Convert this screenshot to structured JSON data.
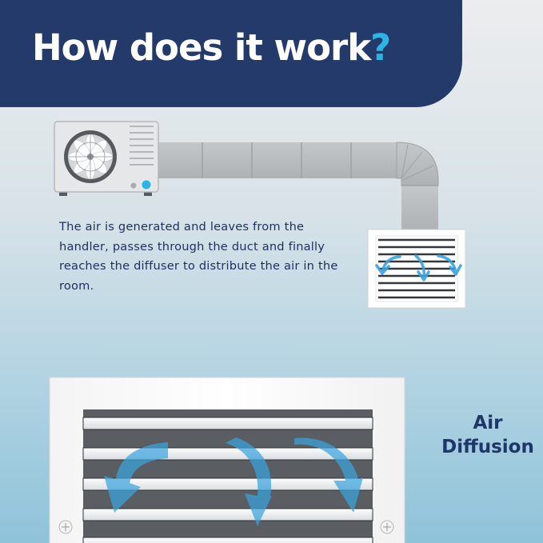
{
  "title": {
    "text": "How does it work",
    "mark": "?"
  },
  "description": "The air is generated and leaves from the handler, passes through the duct and finally reaches the diffuser to distribute the air in the room.",
  "side_label": {
    "line1": "Air",
    "line2": "Diffusion"
  },
  "colors": {
    "banner": "#233a6b",
    "title_text": "#ffffff",
    "accent": "#2cb4e4",
    "body_text": "#1f2f5c",
    "duct": "#b9bcbf",
    "airflow_arrow": "#3aa3de"
  },
  "icons": [
    "ac-unit-icon",
    "fan-icon",
    "duct-icon",
    "diffuser-icon",
    "airflow-arrow-icon"
  ]
}
